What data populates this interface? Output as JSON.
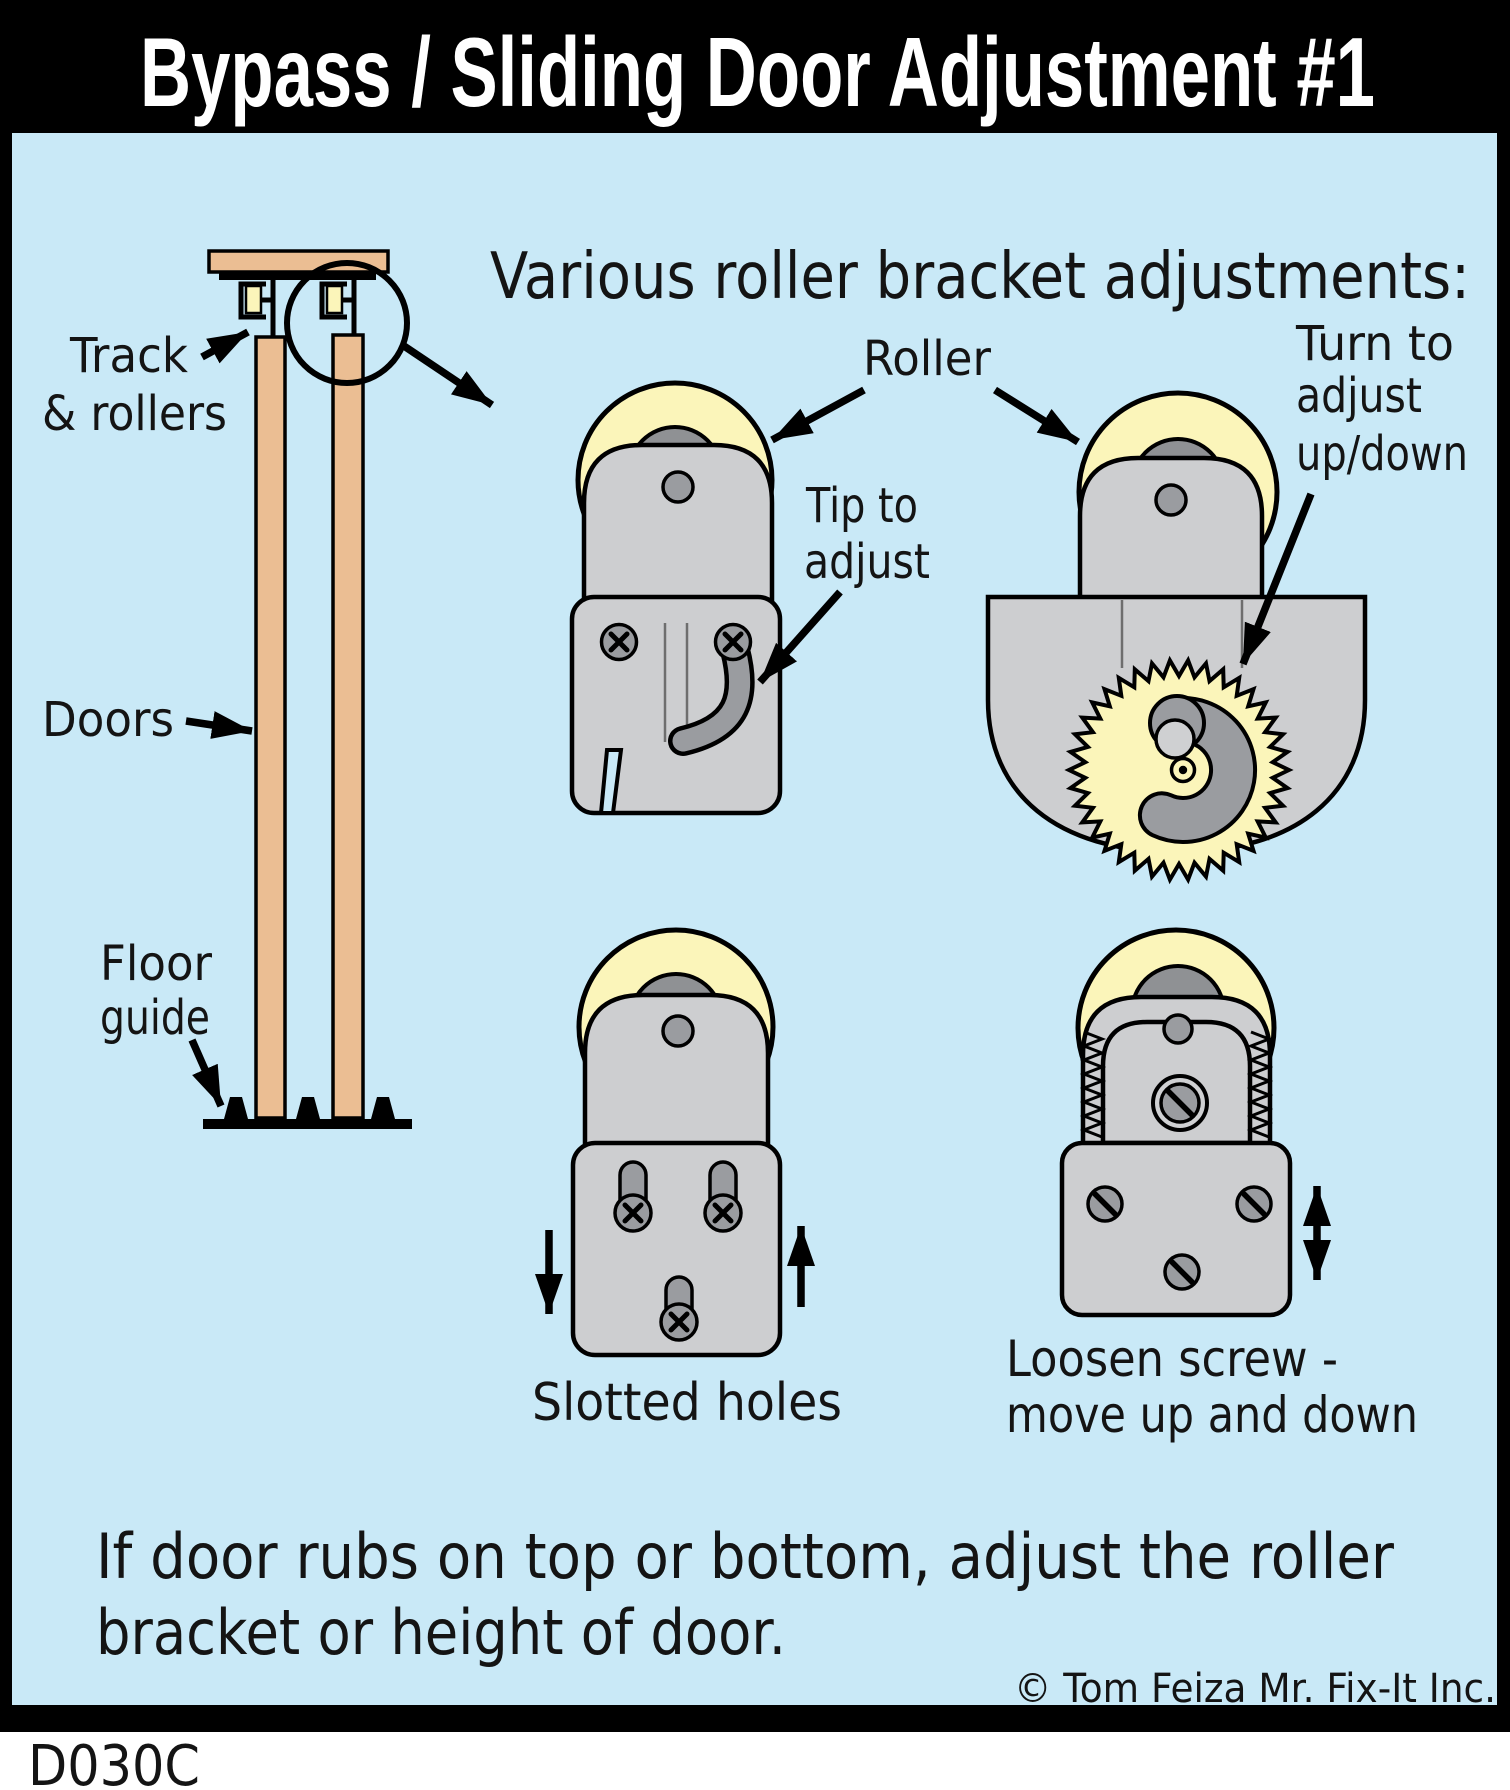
{
  "title": "Bypass / Sliding Door Adjustment #1",
  "heading": "Various roller bracket adjustments:",
  "doc_code": "D030C",
  "copyright": "© Tom Feiza Mr. Fix-It Inc.",
  "footer": {
    "line1": "If door rubs on top or bottom, adjust the roller",
    "line2": "bracket or height of door."
  },
  "labels": {
    "track_rollers_line1": "Track",
    "track_rollers_line2": "& rollers",
    "doors": "Doors",
    "floor_guide_line1": "Floor",
    "floor_guide_line2": "guide",
    "roller": "Roller",
    "tip_to_adjust_line1": "Tip to",
    "tip_to_adjust_line2": "adjust",
    "turn_to_adjust_line1": "Turn to",
    "turn_to_adjust_line2": "adjust",
    "turn_to_adjust_line3": "up/down",
    "slotted_holes": "Slotted holes",
    "loosen_screw_line1": "Loosen screw -",
    "loosen_screw_line2": "move up and down"
  },
  "colors": {
    "title_bg": "#000000",
    "title_text": "#FFFFFF",
    "background": "#C9E9F7",
    "panel_border": "#000000",
    "wood": "#EBBE93",
    "roller_yellow": "#FBF5BA",
    "bracket_gray": "#CDCED0",
    "dark_gray": "#9A9CA0",
    "hub_gray": "#8F9194"
  }
}
